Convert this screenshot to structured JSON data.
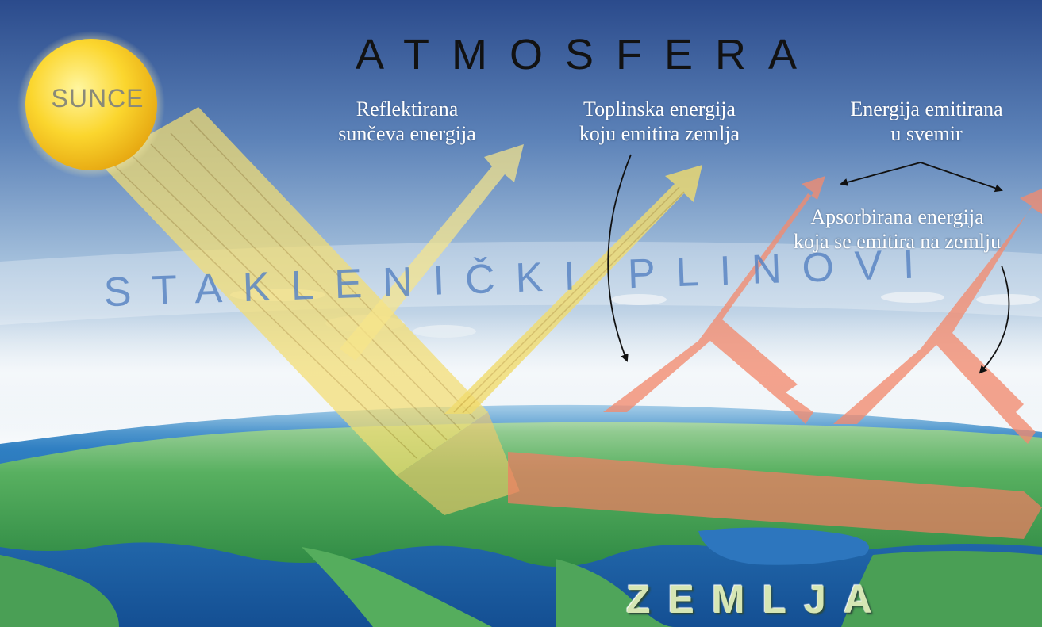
{
  "title": "ATMOSFERA",
  "sun_label": "SUNCE",
  "gas_band_label": "STAKLENIČKI PLINOVI",
  "earth_label": "ZEMLJA",
  "labels": {
    "reflected": [
      "Reflektirana",
      "sunčeva energija"
    ],
    "thermal": [
      "Toplinska energija",
      "koju emitira zemlja"
    ],
    "space": [
      "Energija emitirana",
      "u svemir"
    ],
    "absorbed": [
      "Apsorbirana energija",
      "koja se emitira na zemlju"
    ]
  },
  "colors": {
    "sky_top": "#2f4f8f",
    "sky_mid": "#8fb2d6",
    "haze": "#eef3f7",
    "ocean": "#1c5aa6",
    "land": "#4fa65a",
    "sun": "#f6c620",
    "solar_ray": "#f4df7c",
    "thermal_ray": "#f07a63",
    "gas_text": "#5b86c4"
  }
}
